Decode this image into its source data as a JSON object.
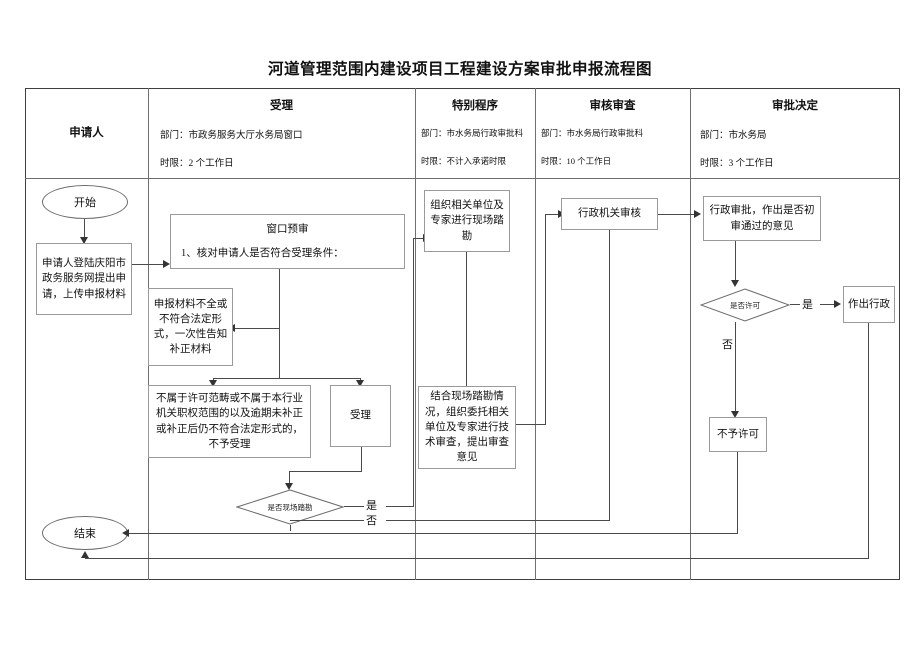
{
  "title": "河道管理范围内建设项目工程建设方案审批申报流程图",
  "columns": [
    {
      "header": "",
      "applicant_label": "申请人",
      "department": "",
      "deadline": ""
    },
    {
      "header": "受理",
      "department": "部门：市政务服务大厅水务局窗口",
      "deadline": "时限：2 个工作日"
    },
    {
      "header": "特别程序",
      "department": "部门：市水务局行政审批科",
      "deadline": "时限：不计入承诺时限"
    },
    {
      "header": "审核审查",
      "department": "部门：市水务局行政审批科",
      "deadline": "时限：10 个工作日"
    },
    {
      "header": "审批决定",
      "department": "部门：市水务局",
      "deadline": "时限：3 个工作日"
    }
  ],
  "nodes": {
    "start": "开始",
    "apply": "申请人登陆庆阳市政务服务网提出申请，上传申报材料",
    "prereview_title": "窗口预审",
    "prereview_item": "1、核对申请人是否符合受理条件：",
    "incomplete": "申报材料不全或不符合法定形式，一次性告知补正材料",
    "reject_accept": "不属于许可范畴或不属于本行业机关职权范围的以及逾期未补正或补正后仍不符合法定形式的，不予受理",
    "accept": "受理",
    "site_survey": "组织相关单位及专家进行现场踏勘",
    "tech_review": "结合现场踏勘情况，组织委托相关单位及专家进行技术审查，提出审查意见",
    "agency_review": "行政机关审核",
    "approval_opinion": "行政审批，作出是否初审通过的意见",
    "make_decision": "作出行政",
    "no_permit": "不予许可",
    "end": "结束"
  },
  "decisions": {
    "site_check": {
      "label": "是否现场踏勘",
      "yes": "是",
      "no": "否"
    },
    "permit": {
      "label": "是否许可",
      "yes": "是",
      "no": "否"
    }
  },
  "colors": {
    "border": "#9a9a9a",
    "frame": "#3f3f3f",
    "line": "#4a4a4a",
    "text": "#111111",
    "background": "#ffffff"
  }
}
